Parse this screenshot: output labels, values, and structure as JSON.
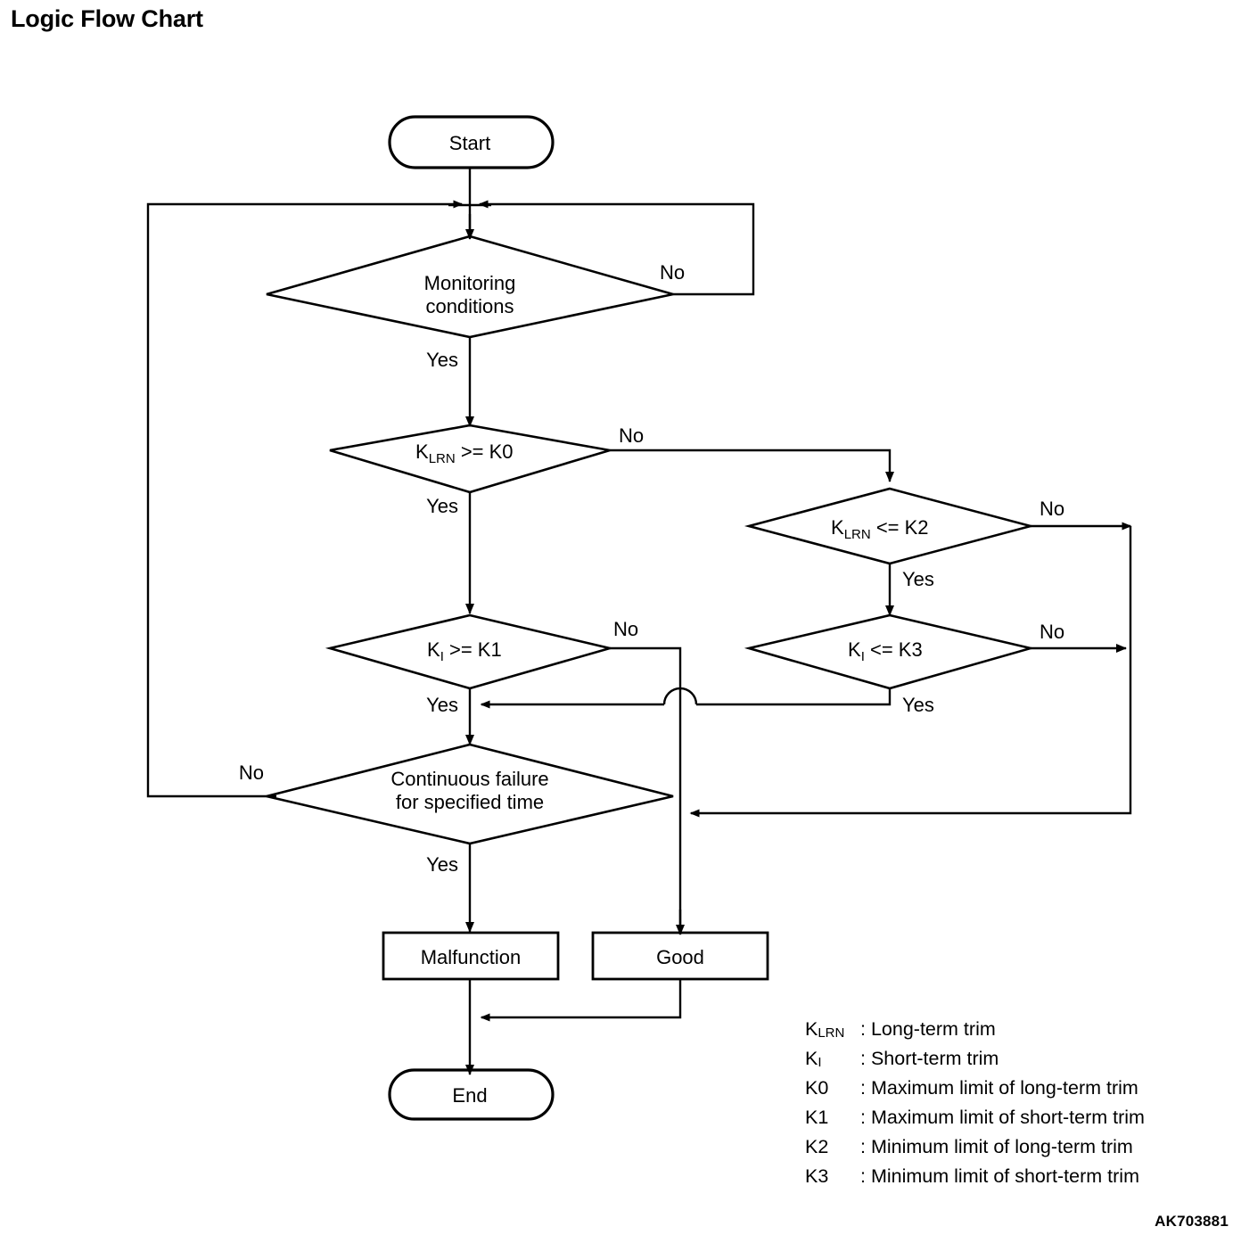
{
  "page": {
    "title": "Logic Flow Chart",
    "figure_code": "AK703881"
  },
  "chart_data": {
    "type": "diagram",
    "title": "Logic Flow Chart",
    "nodes": [
      {
        "id": "start",
        "shape": "terminator",
        "label": "Start"
      },
      {
        "id": "monitoring",
        "shape": "decision",
        "label": "Monitoring conditions",
        "line1": "Monitoring",
        "line2": "conditions"
      },
      {
        "id": "klrn_ge_k0",
        "shape": "decision",
        "label": "KLRN >= K0",
        "base": "K",
        "sub": "LRN",
        "rest": " >= K0"
      },
      {
        "id": "klrn_le_k2",
        "shape": "decision",
        "label": "KLRN <= K2",
        "base": "K",
        "sub": "LRN",
        "rest": " <= K2"
      },
      {
        "id": "ki_ge_k1",
        "shape": "decision",
        "label": "KI >= K1",
        "base": "K",
        "sub": "I",
        "rest": " >= K1"
      },
      {
        "id": "ki_le_k3",
        "shape": "decision",
        "label": "KI <= K3",
        "base": "K",
        "sub": "I",
        "rest": " <= K3"
      },
      {
        "id": "continuous_failure",
        "shape": "decision",
        "label": "Continuous failure for specified time",
        "line1": "Continuous failure",
        "line2": "for specified time"
      },
      {
        "id": "malfunction",
        "shape": "process",
        "label": "Malfunction"
      },
      {
        "id": "good",
        "shape": "process",
        "label": "Good"
      },
      {
        "id": "end",
        "shape": "terminator",
        "label": "End"
      }
    ],
    "edges": [
      {
        "from": "start",
        "to": "monitoring",
        "label": ""
      },
      {
        "from": "monitoring",
        "to": "klrn_ge_k0",
        "label": "Yes"
      },
      {
        "from": "monitoring",
        "to": "monitoring",
        "label": "No"
      },
      {
        "from": "klrn_ge_k0",
        "to": "ki_ge_k1",
        "label": "Yes"
      },
      {
        "from": "klrn_ge_k0",
        "to": "klrn_le_k2",
        "label": "No"
      },
      {
        "from": "klrn_le_k2",
        "to": "ki_le_k3",
        "label": "Yes"
      },
      {
        "from": "klrn_le_k2",
        "to": "good",
        "label": "No"
      },
      {
        "from": "ki_ge_k1",
        "to": "continuous_failure",
        "label": "Yes"
      },
      {
        "from": "ki_ge_k1",
        "to": "good",
        "label": "No"
      },
      {
        "from": "ki_le_k3",
        "to": "continuous_failure",
        "label": "Yes"
      },
      {
        "from": "ki_le_k3",
        "to": "good",
        "label": "No"
      },
      {
        "from": "continuous_failure",
        "to": "malfunction",
        "label": "Yes"
      },
      {
        "from": "continuous_failure",
        "to": "monitoring",
        "label": "No"
      },
      {
        "from": "malfunction",
        "to": "end",
        "label": ""
      },
      {
        "from": "good",
        "to": "end",
        "label": ""
      }
    ],
    "edge_labels": {
      "monitoring_no": "No",
      "monitoring_yes": "Yes",
      "klrn_k0_no": "No",
      "klrn_k0_yes": "Yes",
      "klrn_k2_no": "No",
      "klrn_k2_yes": "Yes",
      "ki_k1_no": "No",
      "ki_k1_yes": "Yes",
      "ki_k3_no": "No",
      "ki_k3_yes": "Yes",
      "cf_no": "No",
      "cf_yes": "Yes"
    }
  },
  "legend": {
    "items": [
      {
        "symbol_base": "K",
        "symbol_sub": "LRN",
        "separator": ":",
        "text": "Long-term trim"
      },
      {
        "symbol_base": "K",
        "symbol_sub": "I",
        "separator": ":",
        "text": "Short-term trim"
      },
      {
        "symbol_base": "K0",
        "symbol_sub": "",
        "separator": ":",
        "text": "Maximum limit of long-term trim"
      },
      {
        "symbol_base": "K1",
        "symbol_sub": "",
        "separator": ":",
        "text": "Maximum limit of short-term trim"
      },
      {
        "symbol_base": "K2",
        "symbol_sub": "",
        "separator": ":",
        "text": "Minimum limit of long-term trim"
      },
      {
        "symbol_base": "K3",
        "symbol_sub": "",
        "separator": ":",
        "text": "Minimum limit of short-term trim"
      }
    ]
  }
}
